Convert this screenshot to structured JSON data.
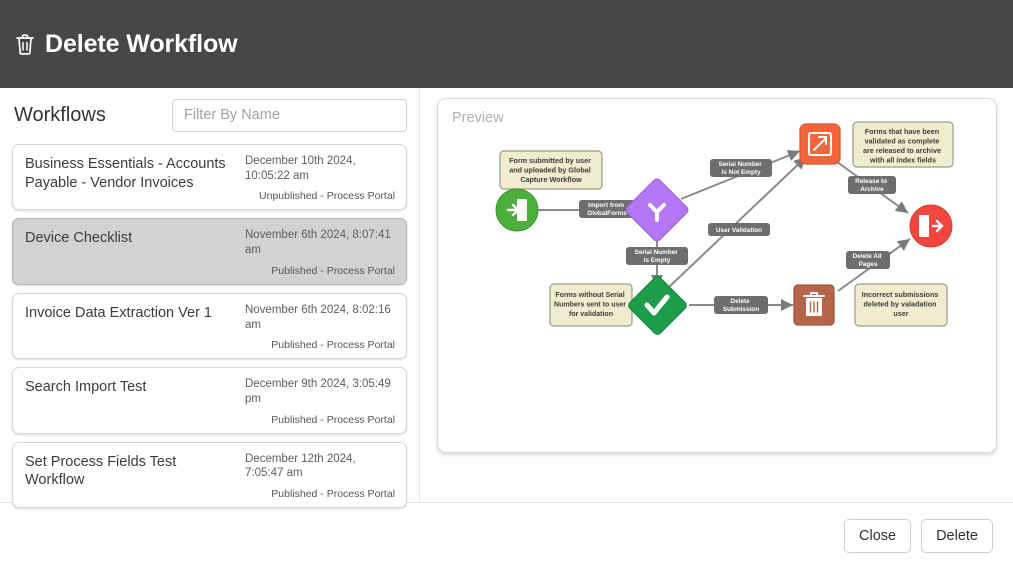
{
  "header": {
    "title": "Delete Workflow",
    "icon": "trash-icon"
  },
  "left": {
    "list_title": "Workflows",
    "filter_placeholder": "Filter By Name",
    "filter_value": "",
    "items": [
      {
        "name": "Business Essentials - Accounts Payable - Vendor Invoices",
        "date": "December 10th 2024, 10:05:22 am",
        "status": "Unpublished - Process Portal",
        "selected": false
      },
      {
        "name": "Device Checklist",
        "date": "November 6th 2024, 8:07:41 am",
        "status": "Published - Process Portal",
        "selected": true
      },
      {
        "name": "Invoice Data Extraction Ver 1",
        "date": "November 6th 2024, 8:02:16 am",
        "status": "Published - Process Portal",
        "selected": false
      },
      {
        "name": "Search Import Test",
        "date": "December 9th 2024, 3:05:49 pm",
        "status": "Published - Process Portal",
        "selected": false
      },
      {
        "name": "Set Process Fields Test Workflow",
        "date": "December 12th 2024, 7:05:47 am",
        "status": "Published - Process Portal",
        "selected": false
      }
    ]
  },
  "preview": {
    "label": "Preview",
    "diagram": {
      "notes": [
        {
          "id": "note-import",
          "text": "Form submitted by user and uploaded by Global Capture Workflow"
        },
        {
          "id": "note-archive",
          "text": "Forms that have been validated as complete are released to archive with all index fields"
        },
        {
          "id": "note-validation",
          "text": "Forms without Serial Numbers sent to user for validation"
        },
        {
          "id": "note-delete",
          "text": "Incorrect submissions deleted by valadation user"
        }
      ],
      "nodes": [
        {
          "id": "node-start",
          "shape": "circle",
          "icon": "enter-door-icon",
          "color": "#4CAF3C"
        },
        {
          "id": "node-split",
          "shape": "diamond",
          "icon": "fork-icon",
          "color": "#B478F7"
        },
        {
          "id": "node-export",
          "shape": "square",
          "icon": "export-arrow-icon",
          "color": "#F4663A"
        },
        {
          "id": "node-exit",
          "shape": "circle",
          "icon": "exit-door-icon",
          "color": "#F2453D"
        },
        {
          "id": "node-approve",
          "shape": "diamond",
          "icon": "check-icon",
          "color": "#1E9E4A"
        },
        {
          "id": "node-trash",
          "shape": "square",
          "icon": "trash-icon",
          "color": "#B5654A"
        }
      ],
      "edges": [
        {
          "id": "edge-import",
          "label": "Import from GlobalForms"
        },
        {
          "id": "edge-serial-not-empty",
          "label": "Serial Number Is Not Empty"
        },
        {
          "id": "edge-serial-empty",
          "label": "Serial Number Is Empty"
        },
        {
          "id": "edge-user-validation",
          "label": "User Validation"
        },
        {
          "id": "edge-release",
          "label": "Release to Archive"
        },
        {
          "id": "edge-delete-pages",
          "label": "Delete All Pages"
        },
        {
          "id": "edge-delete-submission",
          "label": "Delete Submission"
        }
      ]
    }
  },
  "footer": {
    "close_label": "Close",
    "delete_label": "Delete"
  }
}
